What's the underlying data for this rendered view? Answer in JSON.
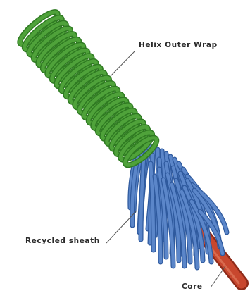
{
  "labels": {
    "helix_outer_wrap": "Helix Outer Wrap",
    "recycled_sheath": "Recycled sheath",
    "core": "Core"
  },
  "colors": {
    "helix_green": "#4fa23a",
    "helix_green_dark": "#2f7a22",
    "sheath_blue": "#5b86c9",
    "sheath_blue_dark": "#2f5a9e",
    "core_red": "#c8472e",
    "core_red_dark": "#8e2a18",
    "leader_line": "#555555",
    "label_text": "#2a2a2a"
  }
}
